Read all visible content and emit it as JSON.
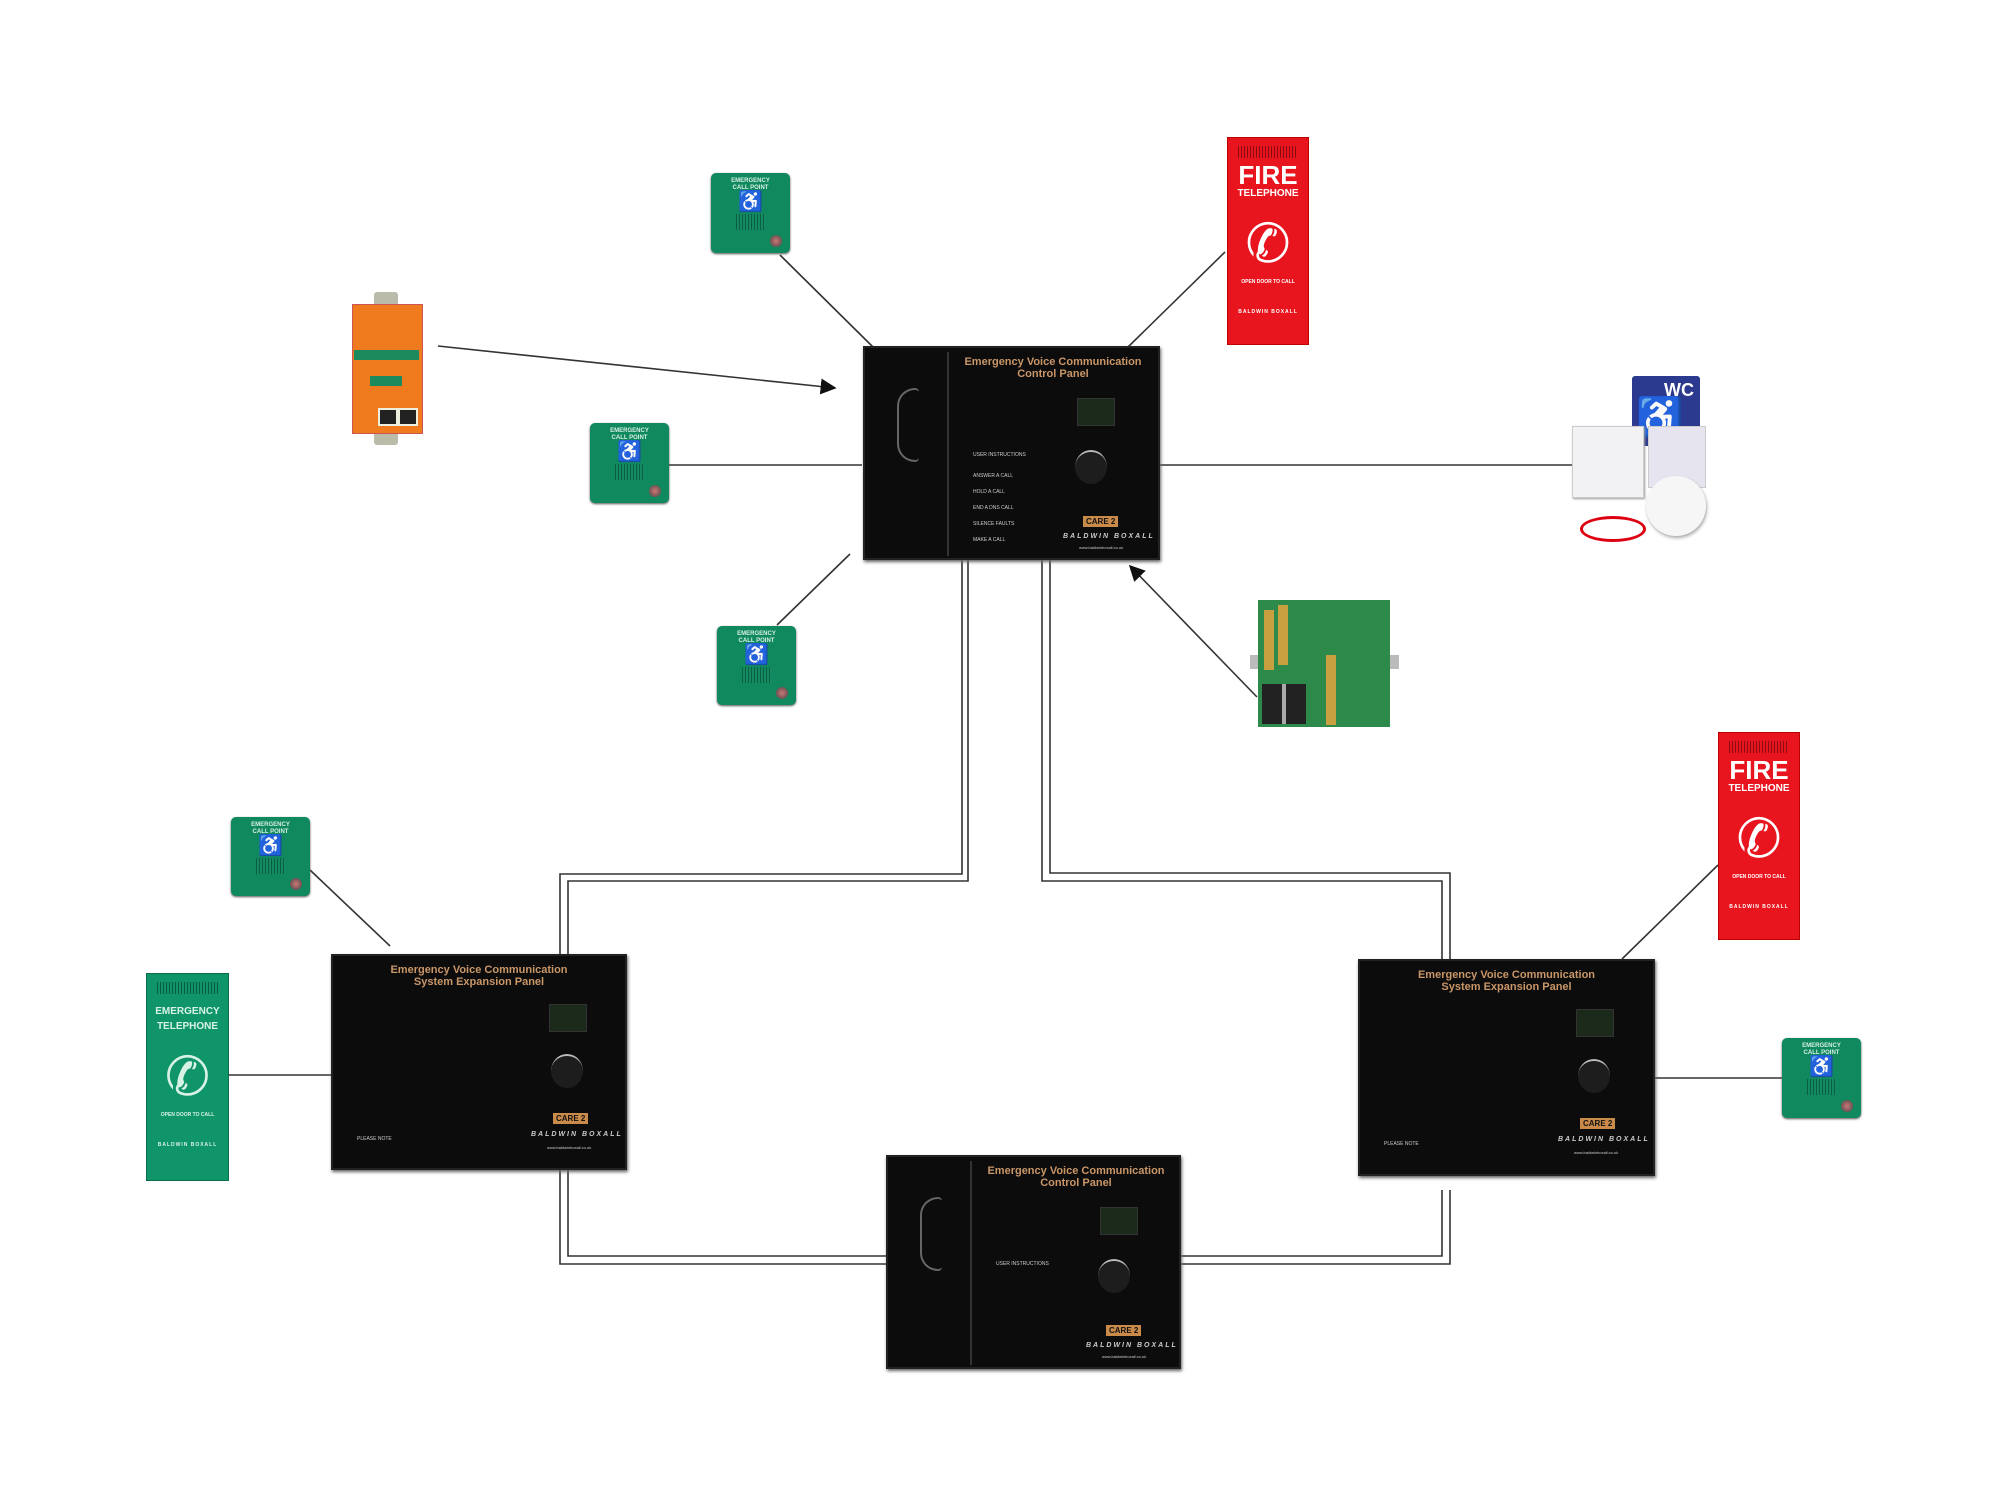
{
  "control_panel": {
    "title_line1": "Emergency Voice Communication",
    "title_line2": "Control Panel",
    "user_instructions": "USER INSTRUCTIONS",
    "instructions": [
      "ANSWER A CALL",
      "HOLD A CALL",
      "END A DNS CALL",
      "SILENCE FAULTS",
      "MAKE A CALL"
    ],
    "care_label": "CARE 2",
    "brand": "BALDWIN BOXALL",
    "url": "www.baldwinboxall.co.uk"
  },
  "expansion_panel": {
    "title_line1": "Emergency Voice Communication",
    "title_line2": "System Expansion Panel",
    "note": "PLEASE NOTE",
    "care_label": "CARE 2",
    "brand": "BALDWIN BOXALL",
    "url": "www.baldwinboxall.co.uk"
  },
  "call_point": {
    "line1": "EMERGENCY",
    "line2": "CALL POINT"
  },
  "fire_telephone": {
    "line1": "FIRE",
    "line2": "TELEPHONE",
    "instruction": "OPEN DOOR TO CALL",
    "brand": "BALDWIN BOXALL"
  },
  "emergency_telephone": {
    "line1": "EMERGENCY",
    "line2": "TELEPHONE",
    "instruction": "OPEN DOOR TO CALL",
    "brand": "BALDWIN BOXALL"
  },
  "wc_kit": {
    "sign": "WC"
  },
  "colors": {
    "call_point_green": "#10895f",
    "fire_red": "#e8151f",
    "panel_black": "#0c0c0c",
    "panel_text": "#c99668",
    "wire": "#333333"
  }
}
